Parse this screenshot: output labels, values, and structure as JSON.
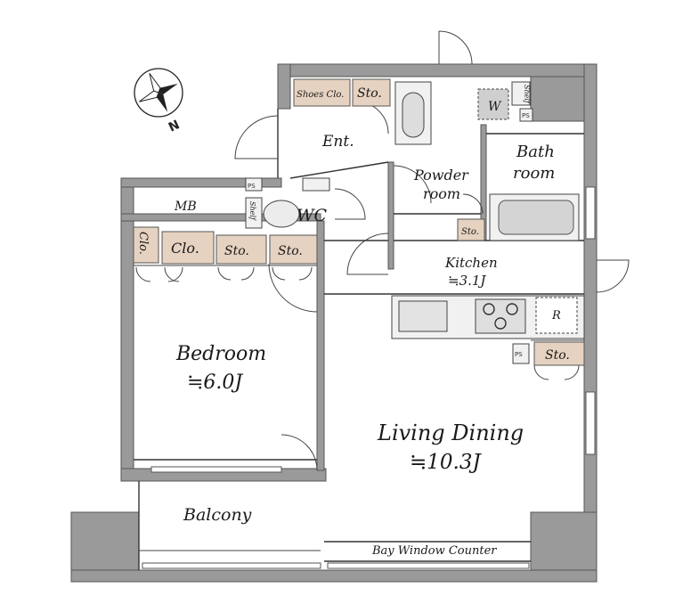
{
  "compass": {
    "north": "N"
  },
  "rooms": {
    "entrance": "Ent.",
    "powder_line1": "Powder",
    "powder_line2": "room",
    "bath_line1": "Bath",
    "bath_line2": "room",
    "wc": "WC",
    "mb": "MB",
    "kitchen": "Kitchen",
    "kitchen_size": "≒3.1J",
    "bedroom": "Bedroom",
    "bedroom_size": "≒6.0J",
    "living": "Living Dining",
    "living_size": "≒10.3J",
    "balcony": "Balcony",
    "bay_counter": "Bay Window Counter"
  },
  "storage": {
    "shoes_closet": "Shoes Clo.",
    "sto_entrance": "Sto.",
    "washer": "W",
    "shelf_powder": "Shelf",
    "ps_powder": "PS",
    "ps_wc": "PS",
    "shelf_wc": "Shelf",
    "sto_powder": "Sto.",
    "clo_small": "Clo.",
    "clo": "Clo.",
    "sto_bed_1": "Sto.",
    "sto_bed_2": "Sto.",
    "fridge": "R",
    "ps_kitchen": "PS",
    "sto_kitchen": "Sto."
  }
}
